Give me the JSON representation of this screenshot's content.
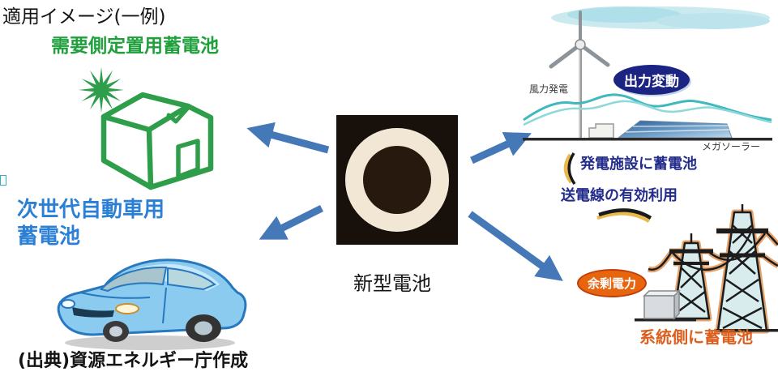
{
  "figure": {
    "title": "適用イメージ(一例)",
    "center_battery_label": "新型電池",
    "source_note": "(出典)資源エネルギー庁作成"
  },
  "applications": {
    "demand_side": {
      "label": "需要側定置用蓄電池"
    },
    "vehicle": {
      "label_line1": "次世代自動車用",
      "label_line2": "蓄電池"
    },
    "generation": {
      "wind_label": "風力発電",
      "fluctuation_badge": "出力変動",
      "megasolar_label": "メガソーラー",
      "storage_label": "発電施設に蓄電池",
      "transmission_label": "送電線の有効利用"
    },
    "grid": {
      "surplus_badge": "余剰電力",
      "storage_label": "系統側に蓄電池"
    }
  },
  "icons": {
    "sun": "sun-icon",
    "house": "house-icon",
    "car": "car-icon",
    "battery_photo": "battery-photo",
    "cloud": "cloud-icon",
    "wind_turbine": "wind-turbine-icon",
    "output_wave": "output-wave-icon",
    "solar_panel": "solar-panel-icon",
    "transmission_towers": "transmission-towers-icon",
    "grid_battery_box": "grid-battery-box-icon",
    "arrows": "arrow-icon"
  },
  "colors": {
    "demand_green": "#1FA03C",
    "house_green": "#2E9E4A",
    "vehicle_blue": "#2B7FD4",
    "arrow_blue": "#4478B6",
    "fluctuation_badge_navy": "#1B2383",
    "generation_text_navy": "#232C8C",
    "surplus_badge_orange": "#E8650F",
    "grid_text_orange": "#DC5F1E",
    "battery_ring_cream": "#F2E7D4",
    "battery_photo_black": "#17100B"
  }
}
